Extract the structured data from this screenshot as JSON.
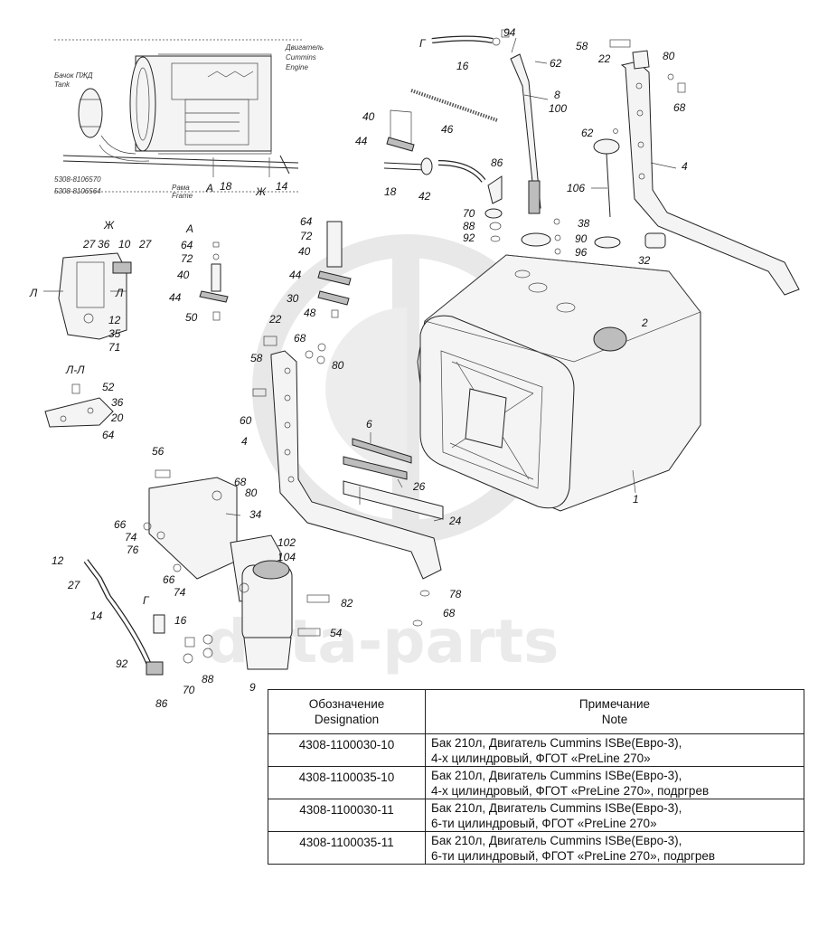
{
  "engine_inset": {
    "labels": [
      {
        "id": "engine-ru",
        "text": "Двигатель"
      },
      {
        "id": "engine-cummins",
        "text": "Cummins"
      },
      {
        "id": "engine-en",
        "text": "Engine"
      },
      {
        "id": "tank-ru",
        "text": "Бачок ПЖД"
      },
      {
        "id": "tank-en",
        "text": "Tank"
      },
      {
        "id": "frame-ru",
        "text": "Рама"
      },
      {
        "id": "frame-en",
        "text": "Frame"
      },
      {
        "id": "code-1",
        "text": "5308-8106570"
      },
      {
        "id": "code-2",
        "text": "5308-8106564"
      }
    ]
  },
  "section_letters": [
    "Г",
    "Ж",
    "А",
    "Л",
    "Л",
    "Л-Л",
    "Г",
    "А",
    "Ж"
  ],
  "callouts": [
    "94",
    "62",
    "58",
    "22",
    "80",
    "68",
    "16",
    "8",
    "100",
    "40",
    "46",
    "44",
    "62",
    "4",
    "86",
    "106",
    "18",
    "42",
    "70",
    "88",
    "92",
    "38",
    "90",
    "96",
    "32",
    "64",
    "72",
    "40",
    "44",
    "30",
    "48",
    "22",
    "2",
    "68",
    "80",
    "58",
    "60",
    "4",
    "6",
    "26",
    "24",
    "1",
    "56",
    "68",
    "80",
    "34",
    "66",
    "74",
    "76",
    "102",
    "104",
    "66",
    "74",
    "12",
    "27",
    "16",
    "82",
    "14",
    "54",
    "92",
    "70",
    "88",
    "86",
    "78",
    "68",
    "9",
    "27",
    "36",
    "10",
    "27",
    "12",
    "35",
    "71",
    "64",
    "72",
    "40",
    "44",
    "50",
    "52",
    "36",
    "20",
    "64",
    "18",
    "14"
  ],
  "watermark": {
    "text": "data-parts"
  },
  "notes_table": {
    "header": {
      "designation_ru": "Обозначение",
      "designation_en": "Designation",
      "note_ru": "Примечание",
      "note_en": "Note"
    },
    "rows": [
      {
        "code": "4308-1100030-10",
        "line1": "Бак 210л, Двигатель Cummins ISBe(Евро-3),",
        "line2": "4-х цилиндровый, ФГОТ «PreLine 270»"
      },
      {
        "code": "4308-1100035-10",
        "line1": "Бак 210л, Двигатель Cummins ISBe(Евро-3),",
        "line2": "4-х цилиндровый, ФГОТ «PreLine 270», подргрев"
      },
      {
        "code": "4308-1100030-11",
        "line1": "Бак 210л, Двигатель Cummins ISBe(Евро-3),",
        "line2": "6-ти цилиндровый, ФГОТ «PreLine 270»"
      },
      {
        "code": "4308-1100035-11",
        "line1": "Бак 210л, Двигатель Cummins ISBe(Евро-3),",
        "line2": "6-ти цилиндровый, ФГОТ «PreLine 270», подргрев"
      }
    ]
  }
}
